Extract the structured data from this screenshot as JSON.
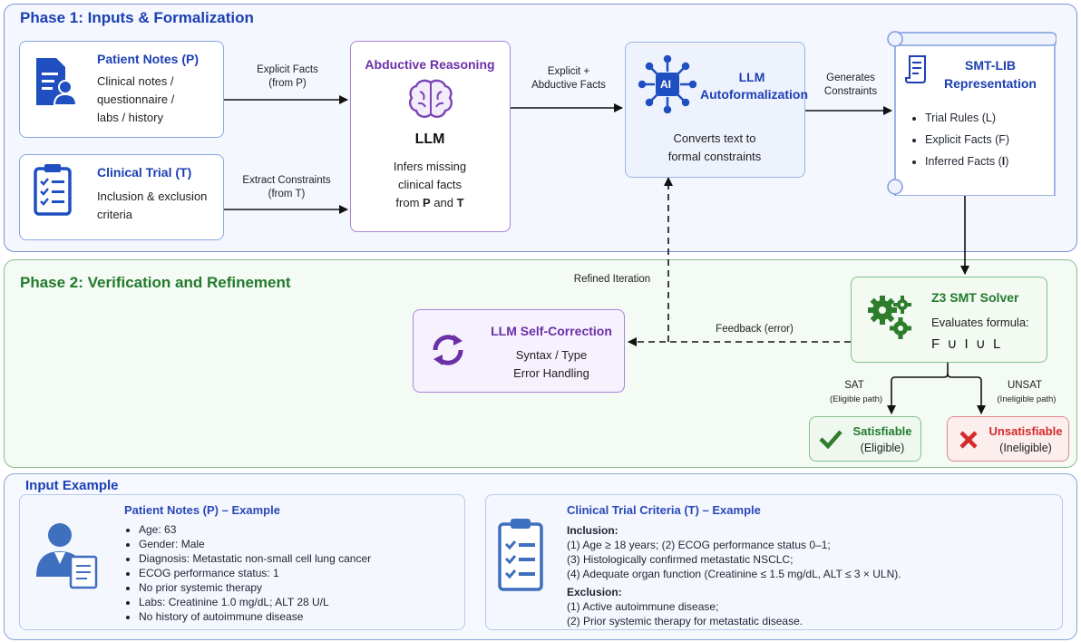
{
  "phase1": {
    "title": "Phase 1: Inputs & Formalization",
    "patient_notes": {
      "title": "Patient Notes (P)",
      "lines": [
        "Clinical notes /",
        "questionnaire /",
        "labs / history"
      ]
    },
    "clinical_trial": {
      "title": "Clinical Trial (T)",
      "lines": [
        "Inclusion & exclusion",
        "criteria"
      ]
    },
    "arrow_explicit": [
      "Explicit Facts",
      "(from P)"
    ],
    "arrow_extract": [
      "Extract Constraints",
      "(from T)"
    ],
    "abductive": {
      "title": "Abductive Reasoning",
      "llm": "LLM",
      "lines": [
        "Infers missing",
        "clinical facts"
      ],
      "from_prefix": "from ",
      "p": "P",
      "and": " and ",
      "t": "T"
    },
    "arrow_explicit_abductive": [
      "Explicit +",
      "Abductive Facts"
    ],
    "autoformalization": {
      "ai_label": "AI",
      "title_line1": "LLM",
      "title_line2": "Autoformalization",
      "lines": [
        "Converts text to",
        "formal constraints"
      ]
    },
    "arrow_generates": [
      "Generates",
      "Constraints"
    ],
    "smt_lib": {
      "title_line1": "SMT-LIB",
      "title_line2": "Representation",
      "items": [
        "Trial Rules (L)",
        "Explicit Facts (F)"
      ],
      "inferred_prefix": "Inferred Facts (",
      "inferred_letter": "I",
      "inferred_suffix": ")"
    }
  },
  "phase2": {
    "title": "Phase 2:  Verification and Refinement",
    "refined_iteration": "Refined Iteration",
    "feedback": "Feedback (error)",
    "self_correction": {
      "title": "LLM Self-Correction",
      "lines": [
        "Syntax / Type",
        "Error Handling"
      ]
    },
    "solver": {
      "title": "Z3 SMT Solver",
      "line": "Evaluates formula:",
      "formula": "F ∪ I ∪ L"
    },
    "sat": {
      "label": "SAT",
      "sub": "(Eligible path)"
    },
    "unsat": {
      "label": "UNSAT",
      "sub": "(Ineligible path)"
    },
    "satisfiable": {
      "title": "Satisfiable",
      "sub": "(Eligible)"
    },
    "unsatisfiable": {
      "title": "Unsatisfiable",
      "sub": "(Ineligible)"
    }
  },
  "example": {
    "title": "Input Example",
    "patient": {
      "title": "Patient Notes (P) – Example",
      "items": [
        "Age: 63",
        "Gender: Male",
        "Diagnosis: Metastatic non-small cell lung cancer",
        "ECOG performance status: 1",
        "No prior systemic therapy",
        "Labs: Creatinine 1.0 mg/dL; ALT 28 U/L",
        "No history of autoimmune disease"
      ]
    },
    "trial": {
      "title": "Clinical Trial Criteria (T) – Example",
      "inclusion_label": "Inclusion:",
      "inclusion": [
        "(1) Age ≥ 18 years; (2) ECOG performance status 0–1;",
        "(3) Histologically confirmed metastatic NSCLC;",
        "(4) Adequate organ function (Creatinine ≤ 1.5 mg/dL, ALT ≤ 3 × ULN)."
      ],
      "exclusion_label": "Exclusion:",
      "exclusion": [
        "(1) Active autoimmune disease;",
        "(2) Prior systemic therapy for metastatic disease."
      ]
    }
  },
  "colors": {
    "blue": "#1c3fb3",
    "purple": "#6b2fa8",
    "green": "#237a2d",
    "red": "#d42a2a"
  }
}
